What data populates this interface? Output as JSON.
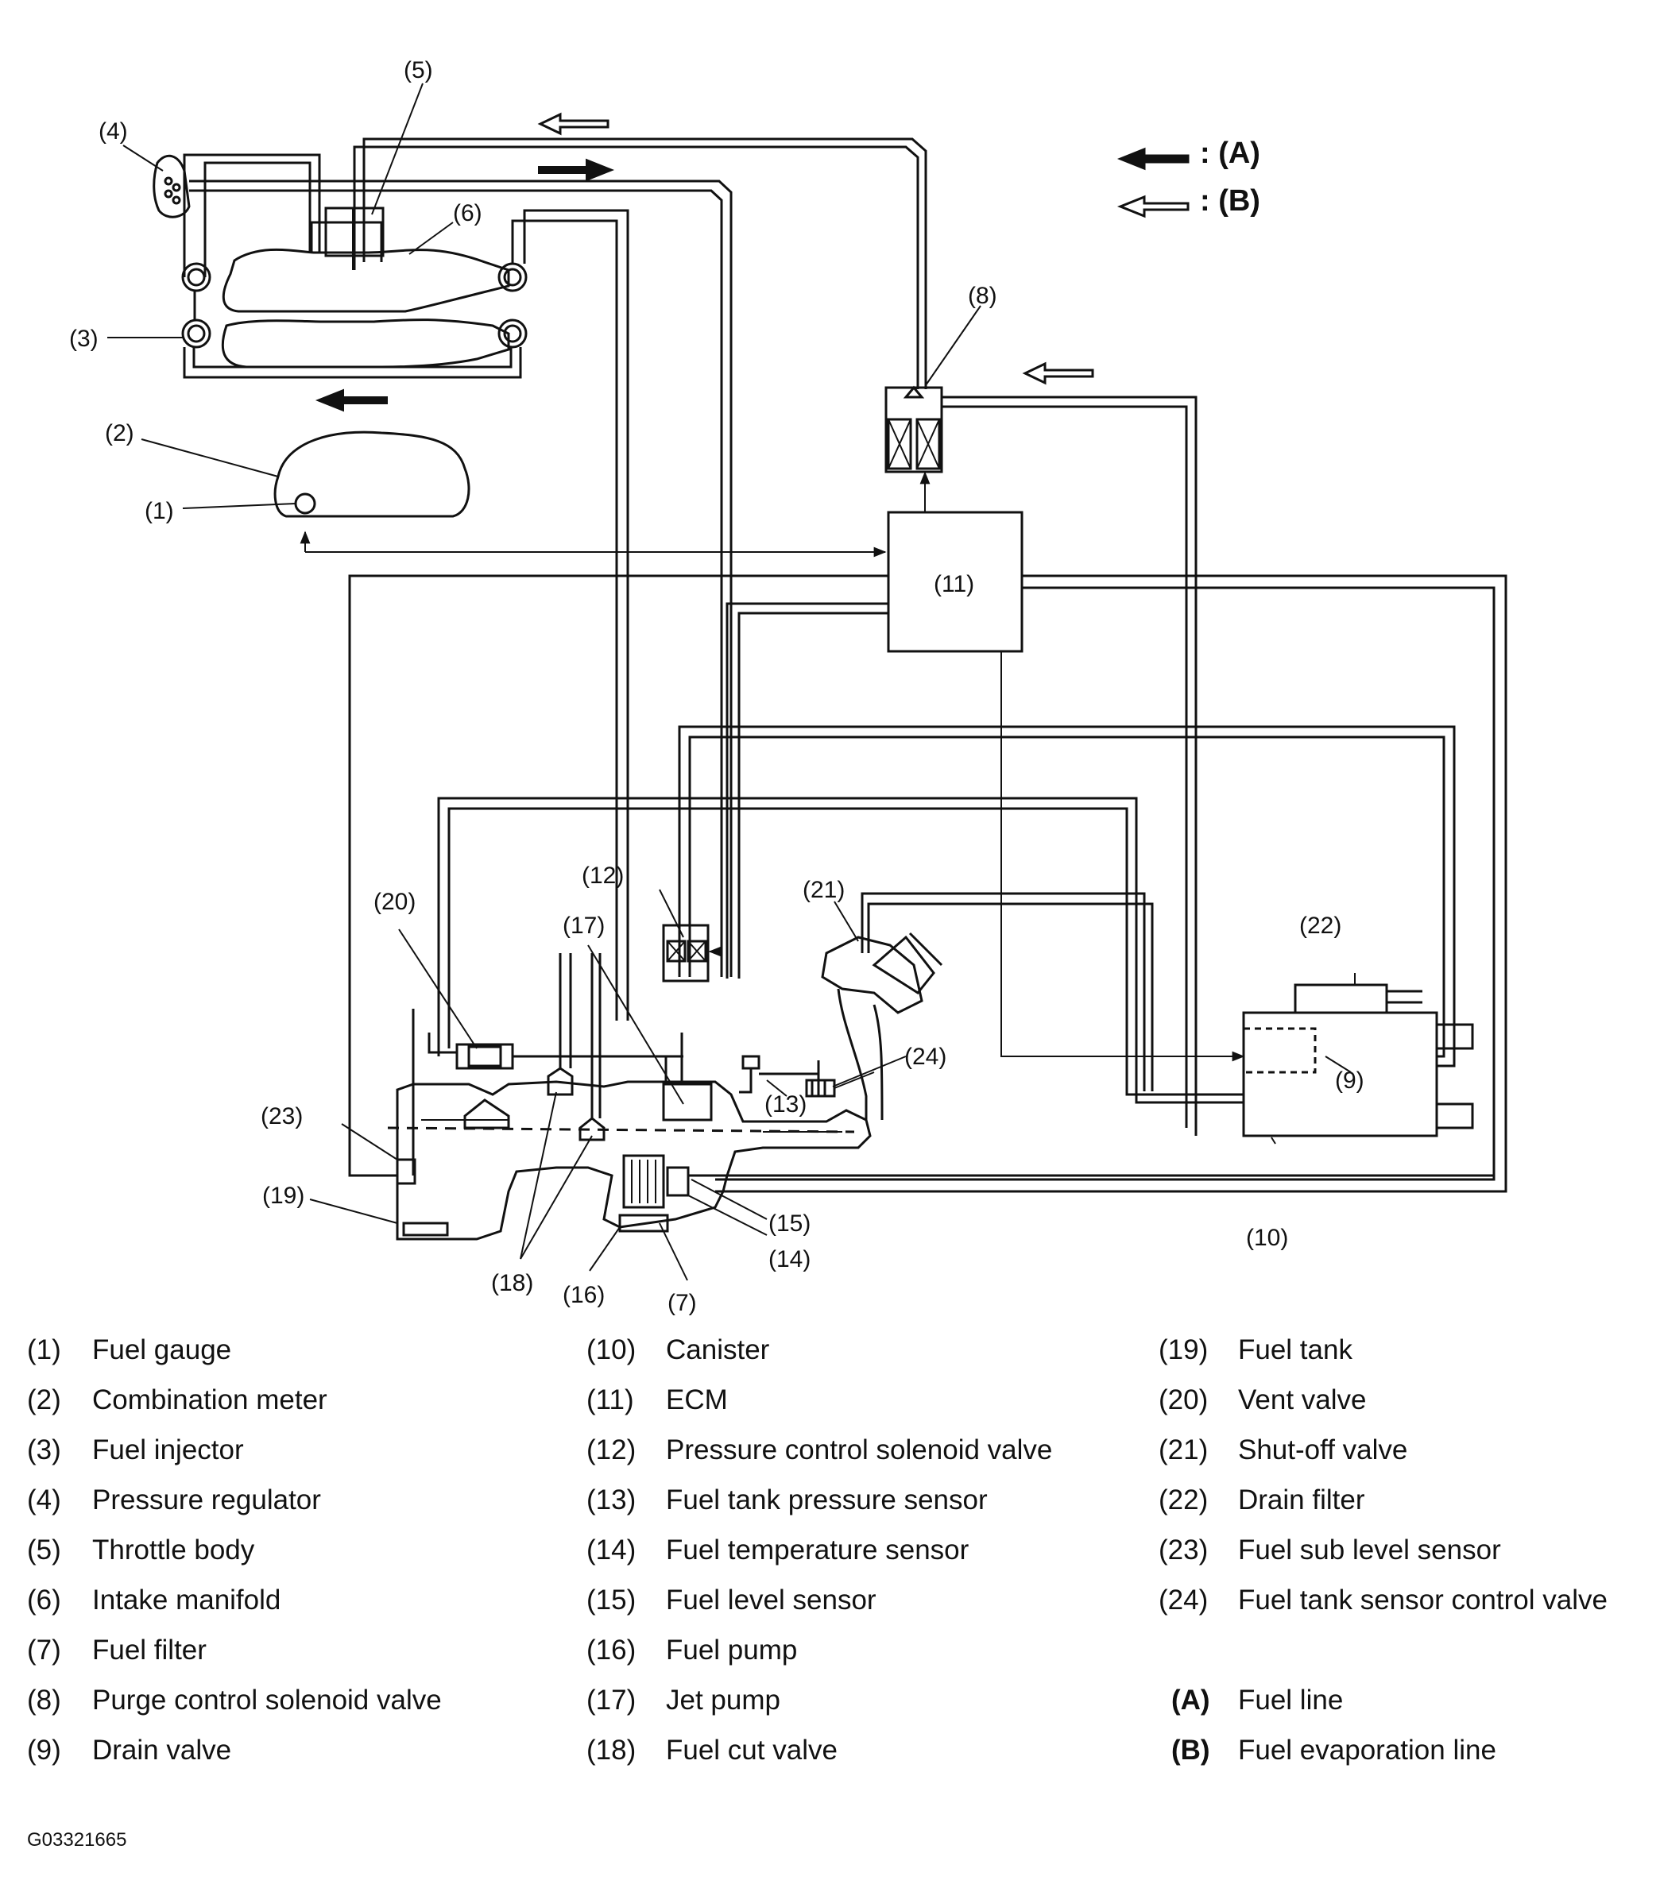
{
  "callouts": {
    "c1": "(1)",
    "c2": "(2)",
    "c3": "(3)",
    "c4": "(4)",
    "c5": "(5)",
    "c6": "(6)",
    "c7": "(7)",
    "c8": "(8)",
    "c9": "(9)",
    "c10": "(10)",
    "c11": "(11)",
    "c12": "(12)",
    "c13": "(13)",
    "c14": "(14)",
    "c15": "(15)",
    "c16": "(16)",
    "c17": "(17)",
    "c18": "(18)",
    "c19": "(19)",
    "c20": "(20)",
    "c21": "(21)",
    "c22": "(22)",
    "c23": "(23)",
    "c24": "(24)"
  },
  "arrow_legend": {
    "a": ": (A)",
    "b": ": (B)"
  },
  "legend": {
    "col1": [
      {
        "num": "(1)",
        "label": "Fuel gauge"
      },
      {
        "num": "(2)",
        "label": "Combination meter"
      },
      {
        "num": "(3)",
        "label": "Fuel injector"
      },
      {
        "num": "(4)",
        "label": "Pressure regulator"
      },
      {
        "num": "(5)",
        "label": "Throttle body"
      },
      {
        "num": "(6)",
        "label": "Intake manifold"
      },
      {
        "num": "(7)",
        "label": "Fuel filter"
      },
      {
        "num": "(8)",
        "label": "Purge control solenoid valve"
      },
      {
        "num": "(9)",
        "label": "Drain valve"
      }
    ],
    "col2": [
      {
        "num": "(10)",
        "label": "Canister"
      },
      {
        "num": "(11)",
        "label": "ECM"
      },
      {
        "num": "(12)",
        "label": "Pressure control solenoid valve"
      },
      {
        "num": "(13)",
        "label": "Fuel tank pressure sensor"
      },
      {
        "num": "(14)",
        "label": "Fuel temperature sensor"
      },
      {
        "num": "(15)",
        "label": "Fuel level sensor"
      },
      {
        "num": "(16)",
        "label": "Fuel pump"
      },
      {
        "num": "(17)",
        "label": "Jet pump"
      },
      {
        "num": "(18)",
        "label": "Fuel cut valve"
      }
    ],
    "col3": [
      {
        "num": "(19)",
        "label": "Fuel tank"
      },
      {
        "num": "(20)",
        "label": "Vent valve"
      },
      {
        "num": "(21)",
        "label": "Shut-off valve"
      },
      {
        "num": "(22)",
        "label": "Drain filter"
      },
      {
        "num": "(23)",
        "label": "Fuel sub level sensor"
      },
      {
        "num": "(24)",
        "label": "Fuel tank sensor control valve"
      },
      {
        "num": "",
        "label": ""
      },
      {
        "num": "(A)",
        "label": "Fuel line"
      },
      {
        "num": "(B)",
        "label": "Fuel evaporation line"
      }
    ]
  },
  "figure_code": "G03321665"
}
